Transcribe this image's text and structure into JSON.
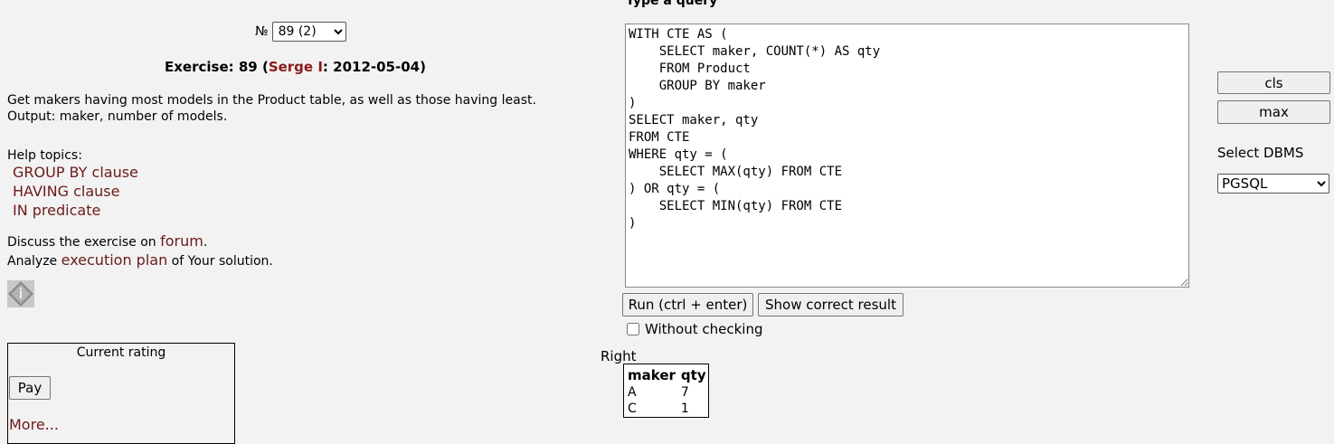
{
  "exercise": {
    "number_symbol": "№",
    "selected": "89 (2)",
    "heading_prefix": "Exercise: 89 (",
    "author": "Serge I",
    "heading_suffix": ": 2012-05-04)",
    "description_line1": "Get makers having most models in the Product table, as well as those having least.",
    "description_line2": "Output: maker, number of models."
  },
  "help": {
    "title": "Help topics:",
    "topics": [
      "GROUP BY clause",
      "HAVING clause",
      "IN predicate"
    ]
  },
  "discuss": {
    "prefix": "Discuss the exercise on ",
    "link": "forum",
    "suffix": "."
  },
  "analyze": {
    "prefix": "Analyze ",
    "link": "execution plan",
    "suffix": " of Your solution."
  },
  "rating": {
    "title": "Current rating",
    "pay_label": "Pay",
    "more_label": "More..."
  },
  "query": {
    "label": "Type a query",
    "text": "WITH CTE AS (\n    SELECT maker, COUNT(*) AS qty\n    FROM Product\n    GROUP BY maker\n)\nSELECT maker, qty\nFROM CTE\nWHERE qty = (\n    SELECT MAX(qty) FROM CTE\n) OR qty = (\n    SELECT MIN(qty) FROM CTE\n)"
  },
  "actions": {
    "run_label": "Run (ctrl + enter)",
    "show_label": "Show correct result",
    "without_checking": "Without checking",
    "without_checking_checked": false
  },
  "side": {
    "cls_label": "cls",
    "max_label": "max",
    "dbms_label": "Select DBMS",
    "dbms_selected": "PGSQL"
  },
  "result": {
    "status": "Right",
    "columns": [
      "maker",
      "qty"
    ],
    "rows": [
      [
        "A",
        "7"
      ],
      [
        "C",
        "1"
      ]
    ]
  },
  "colors": {
    "background": "#f2f2f2",
    "link": "#6b1a1a",
    "author": "#8b1a1a"
  }
}
